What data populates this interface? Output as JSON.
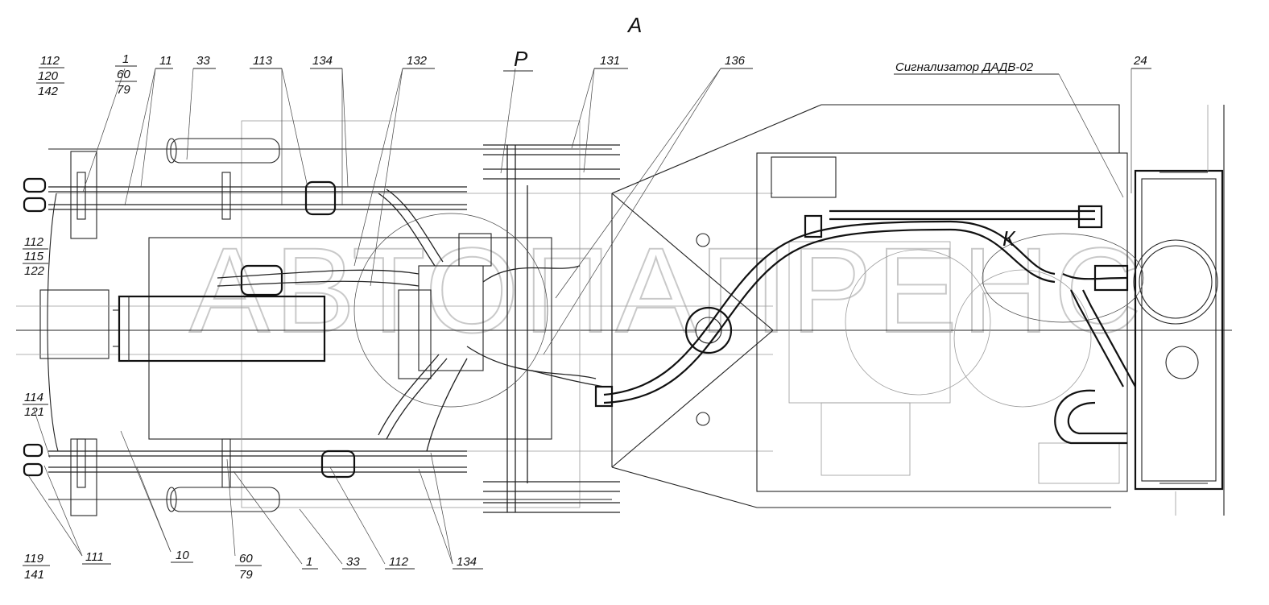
{
  "view_label": "А",
  "watermark": "АВТОПАПРЕНС",
  "detail_label": "К",
  "header_labels": {
    "p_label": "Р",
    "sensor_label": "Сигнализатор ДАДВ-02",
    "sensor_pos": "24"
  },
  "top_left_stack": {
    "a": "112",
    "b": "120",
    "c": "142"
  },
  "top_labels": {
    "l1": "1",
    "l60": "60",
    "l79": "79",
    "l11": "11",
    "l33": "33",
    "l113": "113",
    "l134": "134",
    "l132": "132",
    "l131": "131",
    "l136": "136"
  },
  "left_mid_stack": {
    "a": "112",
    "b": "115",
    "c": "122"
  },
  "left_low_stack": {
    "a": "114",
    "b": "121"
  },
  "bottom_left_stack": {
    "a": "119",
    "b": "141"
  },
  "bottom_labels": {
    "l111": "111",
    "l10": "10",
    "l60": "60",
    "l79": "79",
    "l1": "1",
    "l33": "33",
    "l112": "112",
    "l134": "134"
  }
}
